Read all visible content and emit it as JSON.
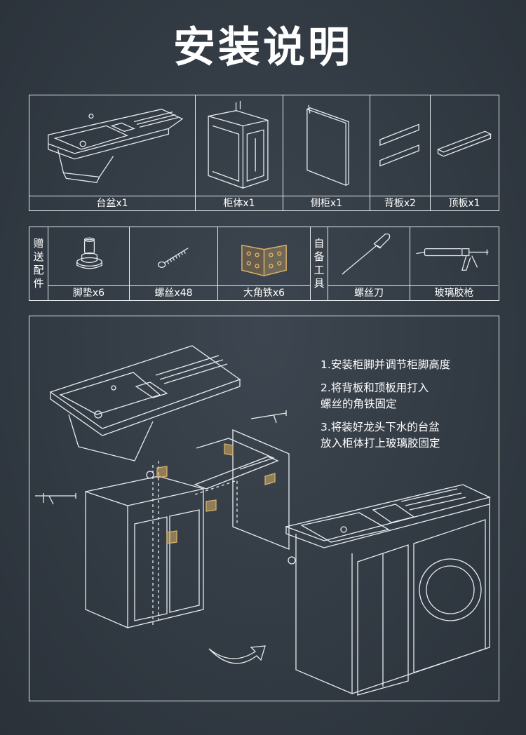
{
  "page": {
    "title": "安装说明"
  },
  "parts": [
    {
      "label": "台盆x1"
    },
    {
      "label": "柜体x1"
    },
    {
      "label": "侧柜x1"
    },
    {
      "label": "背板x2"
    },
    {
      "label": "顶板x1"
    }
  ],
  "gifts": {
    "tag_chars": [
      "赠",
      "送",
      "配",
      "件"
    ],
    "items": [
      {
        "label": "脚垫x6",
        "icon": "foot-pad-icon"
      },
      {
        "label": "螺丝x48",
        "icon": "screw-icon"
      },
      {
        "label": "大角铁x6",
        "icon": "angle-bracket-icon"
      }
    ]
  },
  "tools": {
    "tag_chars": [
      "自",
      "备",
      "工",
      "具"
    ],
    "items": [
      {
        "label": "螺丝刀",
        "icon": "screwdriver-icon"
      },
      {
        "label": "玻璃胶枪",
        "icon": "caulk-gun-icon"
      }
    ]
  },
  "steps": [
    {
      "line1": "1.安装柜脚并调节柜脚高度",
      "line2": ""
    },
    {
      "line1": "2.将背板和顶板用打入",
      "line2": "螺丝的角铁固定"
    },
    {
      "line1": "3.将装好龙头下水的台盆",
      "line2": "放入柜体打上玻璃胶固定"
    }
  ],
  "colors": {
    "background": "#323a43",
    "line": "#e8ebee",
    "bracket": "#d8b06a"
  }
}
